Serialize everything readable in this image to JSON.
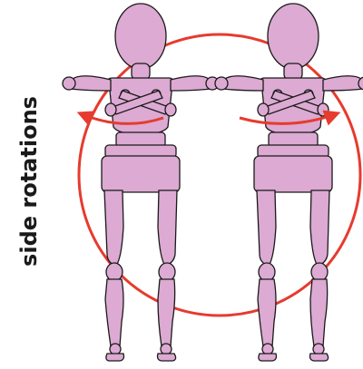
{
  "label": "side rotations",
  "colors": {
    "body": "#dcaad2",
    "outline": "#1a1a1a",
    "arrow": "#e63b2e",
    "background": "#ffffff"
  },
  "figures": [
    {
      "name": "figure-left"
    },
    {
      "name": "figure-right"
    }
  ]
}
